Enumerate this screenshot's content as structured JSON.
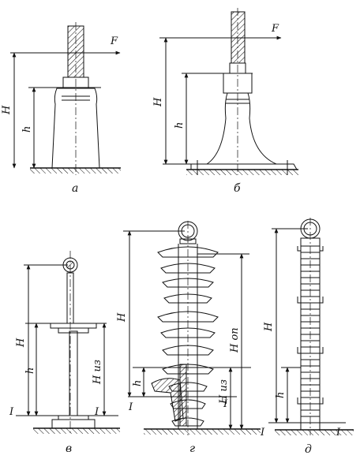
{
  "panels": {
    "a": {
      "caption": "а",
      "force_label": "F",
      "height_total_label": "H",
      "height_fixture_label": "h"
    },
    "b": {
      "caption": "б",
      "force_label": "F",
      "height_total_label": "H",
      "height_fixture_label": "h"
    },
    "v": {
      "caption": "в",
      "height_total_label": "H",
      "height_fixture_label": "h",
      "insulation_height_label": "H из",
      "section_left_label": "I",
      "section_right_label": "I"
    },
    "g": {
      "caption": "г",
      "height_total_label": "H",
      "height_fixture_label": "h",
      "support_height_label": "H оп",
      "insulation_height_label": "H из",
      "section_left_label": "I",
      "section_right_label": "I"
    },
    "d": {
      "caption": "д",
      "height_total_label": "H",
      "height_fixture_label": "h",
      "section_left_label": "I",
      "section_right_label": "I"
    }
  }
}
